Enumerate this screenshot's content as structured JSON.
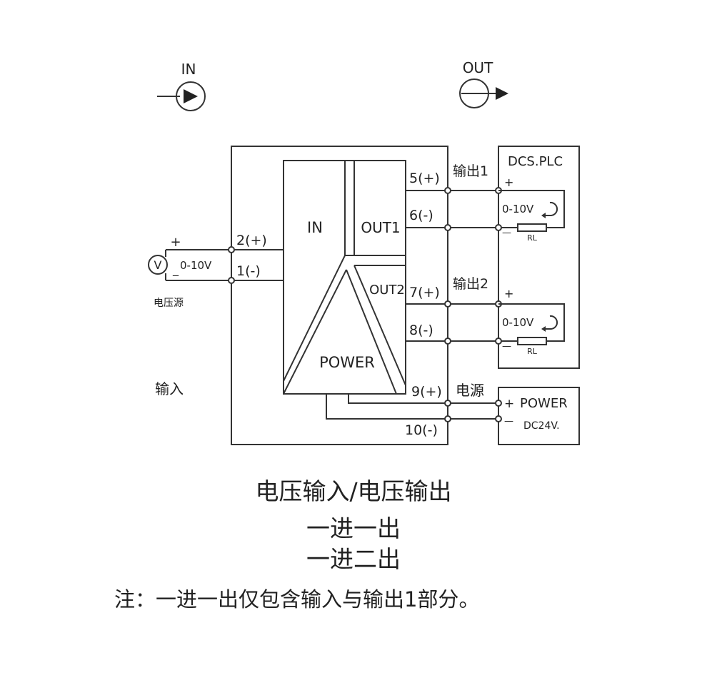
{
  "indicators": {
    "in_label": "IN",
    "out_label": "OUT"
  },
  "module": {
    "in_block": "IN",
    "out1_block": "OUT1",
    "out2_block": "OUT2",
    "power_block": "POWER"
  },
  "terminals": {
    "t2": "2(+)",
    "t1": "1(-)",
    "t5": "5(+)",
    "t6": "6(-)",
    "t7": "7(+)",
    "t8": "8(-)",
    "t9": "9(+)",
    "t10": "10(-)"
  },
  "input_source": {
    "meter_symbol": "V",
    "plus": "+",
    "minus": "_",
    "range": "0-10V",
    "name": "电压源",
    "section_label": "输入"
  },
  "outputs": {
    "out1_label": "输出1",
    "out2_label": "输出2",
    "load1_range": "0-10V",
    "load2_range": "0-10V",
    "load1_resistor": "RL",
    "load2_resistor": "RL",
    "plus1": "+",
    "minus1": "—",
    "plus2": "+",
    "minus2": "—"
  },
  "dcs": {
    "title": "DCS.PLC"
  },
  "power_supply": {
    "section_label": "电源",
    "plus": "+",
    "minus": "—",
    "name": "POWER",
    "voltage": "DC24V."
  },
  "captions": {
    "title": "电压输入/电压输出",
    "line1": "一进一出",
    "line2": "一进二出",
    "note": "注：一进一出仅包含输入与输出1部分。"
  }
}
